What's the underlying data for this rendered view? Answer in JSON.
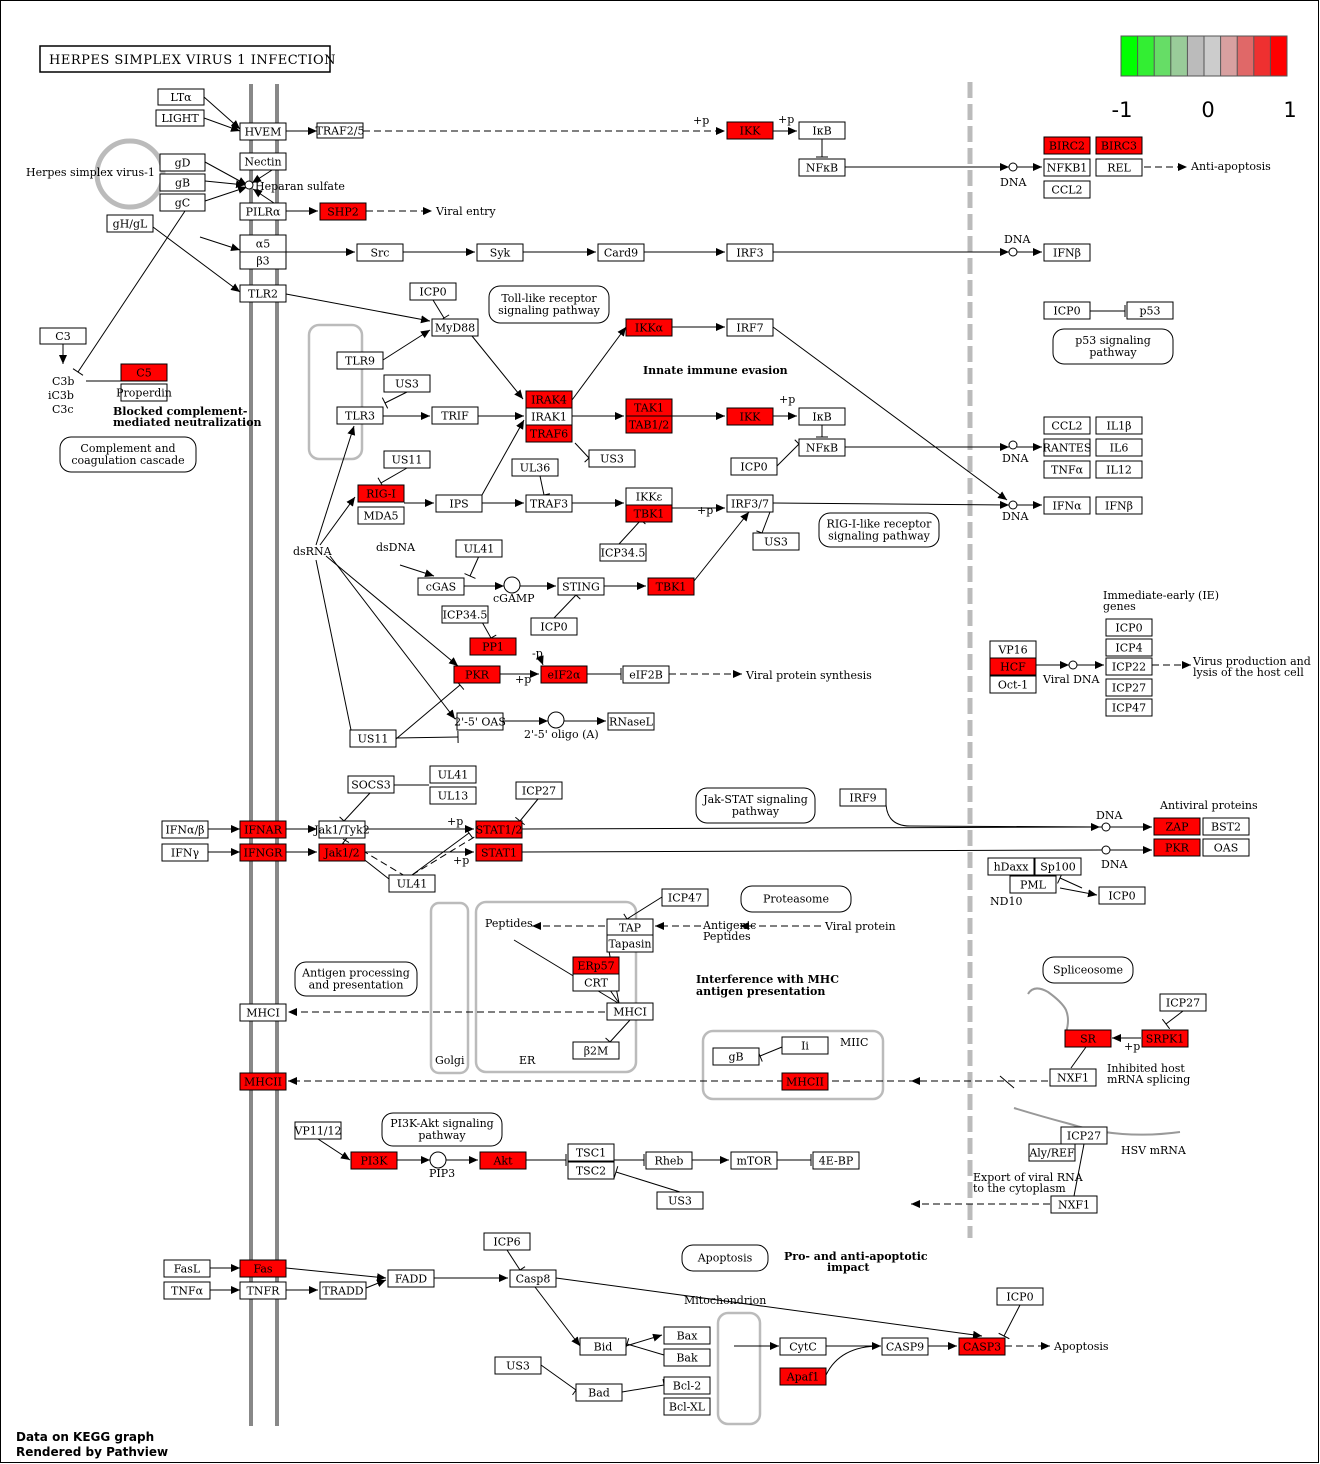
{
  "title": "HERPES SIMPLEX VIRUS 1 INFECTION",
  "footer": [
    "Data on KEGG graph",
    "Rendered by Pathview"
  ],
  "legend": {
    "colors": [
      "#00ff00",
      "#33ee33",
      "#66dd66",
      "#99cc99",
      "#bbbbbb",
      "#cccccc",
      "#d8a0a0",
      "#e06868",
      "#ee3030",
      "#ff0000"
    ],
    "labels": [
      "-1",
      "0",
      "1"
    ]
  },
  "colors": {
    "highlight": "#ff0000",
    "node_bg": "#ffffff",
    "membrane": "#888888",
    "compartment": "#bbbbbb"
  },
  "nodes": [
    {
      "id": "n_lta",
      "label": "LTα",
      "hl": false
    },
    {
      "id": "n_light",
      "label": "LIGHT",
      "hl": false
    },
    {
      "id": "n_hvem",
      "label": "HVEM",
      "hl": false
    },
    {
      "id": "n_traf25",
      "label": "TRAF2/5",
      "hl": false
    },
    {
      "id": "n_ikk1",
      "label": "IKK",
      "hl": true
    },
    {
      "id": "n_ikb1",
      "label": "IκB",
      "hl": false
    },
    {
      "id": "n_nfkb1",
      "label": "NFκB",
      "hl": false
    },
    {
      "id": "n_birc2",
      "label": "BIRC2",
      "hl": true
    },
    {
      "id": "n_birc3",
      "label": "BIRC3",
      "hl": true
    },
    {
      "id": "n_nfkb1g",
      "label": "NFKB1",
      "hl": false
    },
    {
      "id": "n_rel",
      "label": "REL",
      "hl": false
    },
    {
      "id": "n_ccl2a",
      "label": "CCL2",
      "hl": false
    },
    {
      "id": "n_gd",
      "label": "gD",
      "hl": false
    },
    {
      "id": "n_gb",
      "label": "gB",
      "hl": false
    },
    {
      "id": "n_gc",
      "label": "gC",
      "hl": false
    },
    {
      "id": "n_ghgl",
      "label": "gH/gL",
      "hl": false
    },
    {
      "id": "n_nectin",
      "label": "Nectin",
      "hl": false
    },
    {
      "id": "n_pilra",
      "label": "PILRα",
      "hl": false
    },
    {
      "id": "n_shp2",
      "label": "SHP2",
      "hl": true
    },
    {
      "id": "n_a5",
      "label": "α5",
      "hl": false
    },
    {
      "id": "n_b3",
      "label": "β3",
      "hl": false
    },
    {
      "id": "n_src",
      "label": "Src",
      "hl": false
    },
    {
      "id": "n_syk",
      "label": "Syk",
      "hl": false
    },
    {
      "id": "n_card9",
      "label": "Card9",
      "hl": false
    },
    {
      "id": "n_irf3a",
      "label": "IRF3",
      "hl": false
    },
    {
      "id": "n_ifnb1",
      "label": "IFNβ",
      "hl": false
    },
    {
      "id": "n_tlr2",
      "label": "TLR2",
      "hl": false
    },
    {
      "id": "n_icp0a",
      "label": "ICP0",
      "hl": false
    },
    {
      "id": "n_myd88",
      "label": "MyD88",
      "hl": false
    },
    {
      "id": "n_ikka",
      "label": "IKKα",
      "hl": true
    },
    {
      "id": "n_irf7",
      "label": "IRF7",
      "hl": false
    },
    {
      "id": "n_icp0p53",
      "label": "ICP0",
      "hl": false
    },
    {
      "id": "n_p53",
      "label": "p53",
      "hl": false
    },
    {
      "id": "n_c3",
      "label": "C3",
      "hl": false
    },
    {
      "id": "n_c5",
      "label": "C5",
      "hl": true
    },
    {
      "id": "n_properdin",
      "label": "Properdin",
      "hl": false
    },
    {
      "id": "n_tlr9",
      "label": "TLR9",
      "hl": false
    },
    {
      "id": "n_us3a",
      "label": "US3",
      "hl": false
    },
    {
      "id": "n_tlr3",
      "label": "TLR3",
      "hl": false
    },
    {
      "id": "n_trif",
      "label": "TRIF",
      "hl": false
    },
    {
      "id": "n_irak4",
      "label": "IRAK4",
      "hl": true
    },
    {
      "id": "n_irak1",
      "label": "IRAK1",
      "hl": false
    },
    {
      "id": "n_traf6",
      "label": "TRAF6",
      "hl": true
    },
    {
      "id": "n_tak1",
      "label": "TAK1",
      "hl": true
    },
    {
      "id": "n_tab12",
      "label": "TAB1/2",
      "hl": true
    },
    {
      "id": "n_ikk2",
      "label": "IKK",
      "hl": true
    },
    {
      "id": "n_ikb2",
      "label": "IκB",
      "hl": false
    },
    {
      "id": "n_nfkb2",
      "label": "NFκB",
      "hl": false
    },
    {
      "id": "n_us3b",
      "label": "US3",
      "hl": false
    },
    {
      "id": "n_icp0b",
      "label": "ICP0",
      "hl": false
    },
    {
      "id": "n_ccl2b",
      "label": "CCL2",
      "hl": false
    },
    {
      "id": "n_il1b",
      "label": "IL1β",
      "hl": false
    },
    {
      "id": "n_rantes",
      "label": "RANTES",
      "hl": false
    },
    {
      "id": "n_il6",
      "label": "IL6",
      "hl": false
    },
    {
      "id": "n_tnfa1",
      "label": "TNFα",
      "hl": false
    },
    {
      "id": "n_il12",
      "label": "IL12",
      "hl": false
    },
    {
      "id": "n_us11a",
      "label": "US11",
      "hl": false
    },
    {
      "id": "n_ul36",
      "label": "UL36",
      "hl": false
    },
    {
      "id": "n_rigi",
      "label": "RIG-I",
      "hl": true
    },
    {
      "id": "n_mda5",
      "label": "MDA5",
      "hl": false
    },
    {
      "id": "n_ips",
      "label": "IPS",
      "hl": false
    },
    {
      "id": "n_traf3",
      "label": "TRAF3",
      "hl": false
    },
    {
      "id": "n_ikke",
      "label": "IKKε",
      "hl": false
    },
    {
      "id": "n_tbk1a",
      "label": "TBK1",
      "hl": true
    },
    {
      "id": "n_irf37",
      "label": "IRF3/7",
      "hl": false
    },
    {
      "id": "n_us3c",
      "label": "US3",
      "hl": false
    },
    {
      "id": "n_icp345a",
      "label": "ICP34.5",
      "hl": false
    },
    {
      "id": "n_ifna",
      "label": "IFNα",
      "hl": false
    },
    {
      "id": "n_ifnb2",
      "label": "IFNβ",
      "hl": false
    },
    {
      "id": "n_ul41a",
      "label": "UL41",
      "hl": false
    },
    {
      "id": "n_cgas",
      "label": "cGAS",
      "hl": false
    },
    {
      "id": "n_sting",
      "label": "STING",
      "hl": false
    },
    {
      "id": "n_tbk1b",
      "label": "TBK1",
      "hl": true
    },
    {
      "id": "n_icp0c",
      "label": "ICP0",
      "hl": false
    },
    {
      "id": "n_icp345b",
      "label": "ICP34.5",
      "hl": false
    },
    {
      "id": "n_pp1",
      "label": "PP1",
      "hl": true
    },
    {
      "id": "n_pkr1",
      "label": "PKR",
      "hl": true
    },
    {
      "id": "n_eif2a",
      "label": "eIF2α",
      "hl": true
    },
    {
      "id": "n_eif2b",
      "label": "eIF2B",
      "hl": false
    },
    {
      "id": "n_oas25",
      "label": "2'-5' OAS",
      "hl": false
    },
    {
      "id": "n_rnasel",
      "label": "RNaseL",
      "hl": false
    },
    {
      "id": "n_us11b",
      "label": "US11",
      "hl": false
    },
    {
      "id": "n_icp0ie",
      "label": "ICP0",
      "hl": false
    },
    {
      "id": "n_icp4",
      "label": "ICP4",
      "hl": false
    },
    {
      "id": "n_vp16",
      "label": "VP16",
      "hl": false
    },
    {
      "id": "n_hcf",
      "label": "HCF",
      "hl": true
    },
    {
      "id": "n_oct1",
      "label": "Oct-1",
      "hl": false
    },
    {
      "id": "n_icp22",
      "label": "ICP22",
      "hl": false
    },
    {
      "id": "n_icp27a",
      "label": "ICP27",
      "hl": false
    },
    {
      "id": "n_icp47a",
      "label": "ICP47",
      "hl": false
    },
    {
      "id": "n_socs3",
      "label": "SOCS3",
      "hl": false
    },
    {
      "id": "n_ul41b",
      "label": "UL41",
      "hl": false
    },
    {
      "id": "n_ul13",
      "label": "UL13",
      "hl": false
    },
    {
      "id": "n_icp27b",
      "label": "ICP27",
      "hl": false
    },
    {
      "id": "n_irf9",
      "label": "IRF9",
      "hl": false
    },
    {
      "id": "n_ifnab",
      "label": "IFNα/β",
      "hl": false
    },
    {
      "id": "n_ifnar",
      "label": "IFNAR",
      "hl": true
    },
    {
      "id": "n_jak1tyk2",
      "label": "Jak1/Tyk2",
      "hl": false
    },
    {
      "id": "n_stat12",
      "label": "STAT1/2",
      "hl": true
    },
    {
      "id": "n_ifng",
      "label": "IFNγ",
      "hl": false
    },
    {
      "id": "n_ifngr",
      "label": "IFNGR",
      "hl": true
    },
    {
      "id": "n_jak12",
      "label": "Jak1/2",
      "hl": true
    },
    {
      "id": "n_stat1",
      "label": "STAT1",
      "hl": true
    },
    {
      "id": "n_ul41c",
      "label": "UL41",
      "hl": false
    },
    {
      "id": "n_zap",
      "label": "ZAP",
      "hl": true
    },
    {
      "id": "n_bst2",
      "label": "BST2",
      "hl": false
    },
    {
      "id": "n_pkr2",
      "label": "PKR",
      "hl": true
    },
    {
      "id": "n_oas",
      "label": "OAS",
      "hl": false
    },
    {
      "id": "n_hdaxx",
      "label": "hDaxx",
      "hl": false
    },
    {
      "id": "n_sp100",
      "label": "Sp100",
      "hl": false
    },
    {
      "id": "n_pml",
      "label": "PML",
      "hl": false
    },
    {
      "id": "n_icp0d",
      "label": "ICP0",
      "hl": false
    },
    {
      "id": "n_icp47b",
      "label": "ICP47",
      "hl": false
    },
    {
      "id": "n_tap",
      "label": "TAP",
      "hl": false
    },
    {
      "id": "n_tapasin",
      "label": "Tapasin",
      "hl": false
    },
    {
      "id": "n_erp57",
      "label": "ERp57",
      "hl": true
    },
    {
      "id": "n_crt",
      "label": "CRT",
      "hl": false
    },
    {
      "id": "n_mhci1",
      "label": "MHCI",
      "hl": false
    },
    {
      "id": "n_mhci2",
      "label": "MHCI",
      "hl": false
    },
    {
      "id": "n_b2m",
      "label": "β2M",
      "hl": false
    },
    {
      "id": "n_mhcii1",
      "label": "MHCII",
      "hl": true
    },
    {
      "id": "n_gb2",
      "label": "gB",
      "hl": false
    },
    {
      "id": "n_ii",
      "label": "Ii",
      "hl": false
    },
    {
      "id": "n_mhcii2",
      "label": "MHCII",
      "hl": true
    },
    {
      "id": "n_icp27c",
      "label": "ICP27",
      "hl": false
    },
    {
      "id": "n_sr",
      "label": "SR",
      "hl": true
    },
    {
      "id": "n_srpk1",
      "label": "SRPK1",
      "hl": true
    },
    {
      "id": "n_nxf1a",
      "label": "NXF1",
      "hl": false
    },
    {
      "id": "n_icp27d",
      "label": "ICP27",
      "hl": false
    },
    {
      "id": "n_alyref",
      "label": "Aly/REF",
      "hl": false
    },
    {
      "id": "n_nxf1b",
      "label": "NXF1",
      "hl": false
    },
    {
      "id": "n_vp1112",
      "label": "VP11/12",
      "hl": false
    },
    {
      "id": "n_pi3k",
      "label": "PI3K",
      "hl": true
    },
    {
      "id": "n_akt",
      "label": "Akt",
      "hl": true
    },
    {
      "id": "n_tsc1",
      "label": "TSC1",
      "hl": false
    },
    {
      "id": "n_tsc2",
      "label": "TSC2",
      "hl": false
    },
    {
      "id": "n_rheb",
      "label": "Rheb",
      "hl": false
    },
    {
      "id": "n_mtor",
      "label": "mTOR",
      "hl": false
    },
    {
      "id": "n_4ebp",
      "label": "4E-BP",
      "hl": false
    },
    {
      "id": "n_us3d",
      "label": "US3",
      "hl": false
    },
    {
      "id": "n_icp6",
      "label": "ICP6",
      "hl": false
    },
    {
      "id": "n_fasl",
      "label": "FasL",
      "hl": false
    },
    {
      "id": "n_fas",
      "label": "Fas",
      "hl": true
    },
    {
      "id": "n_fadd",
      "label": "FADD",
      "hl": false
    },
    {
      "id": "n_casp8",
      "label": "Casp8",
      "hl": false
    },
    {
      "id": "n_tnfa2",
      "label": "TNFα",
      "hl": false
    },
    {
      "id": "n_tnfr",
      "label": "TNFR",
      "hl": false
    },
    {
      "id": "n_tradd",
      "label": "TRADD",
      "hl": false
    },
    {
      "id": "n_icp0e",
      "label": "ICP0",
      "hl": false
    },
    {
      "id": "n_bid",
      "label": "Bid",
      "hl": false
    },
    {
      "id": "n_bax",
      "label": "Bax",
      "hl": false
    },
    {
      "id": "n_bak",
      "label": "Bak",
      "hl": false
    },
    {
      "id": "n_cytc",
      "label": "CytC",
      "hl": false
    },
    {
      "id": "n_casp9",
      "label": "CASP9",
      "hl": false
    },
    {
      "id": "n_casp3",
      "label": "CASP3",
      "hl": true
    },
    {
      "id": "n_apaf1",
      "label": "Apaf1",
      "hl": true
    },
    {
      "id": "n_us3e",
      "label": "US3",
      "hl": false
    },
    {
      "id": "n_bad",
      "label": "Bad",
      "hl": false
    },
    {
      "id": "n_bcl2",
      "label": "Bcl-2",
      "hl": false
    },
    {
      "id": "n_bclxl",
      "label": "Bcl-XL",
      "hl": false
    }
  ],
  "pathway_links": [
    {
      "id": "p_tlr",
      "lines": [
        "Toll-like receptor",
        "signaling pathway"
      ]
    },
    {
      "id": "p_p53",
      "lines": [
        "p53 signaling",
        "pathway"
      ]
    },
    {
      "id": "p_compl",
      "lines": [
        "Complement and",
        "coagulation cascade"
      ]
    },
    {
      "id": "p_rig",
      "lines": [
        "RIG-I-like receptor",
        "signaling pathway"
      ]
    },
    {
      "id": "p_jak",
      "lines": [
        "Jak-STAT signaling",
        "pathway"
      ]
    },
    {
      "id": "p_prot",
      "lines": [
        "Proteasome"
      ]
    },
    {
      "id": "p_antigen",
      "lines": [
        "Antigen processing",
        "and presentation"
      ]
    },
    {
      "id": "p_splice",
      "lines": [
        "Spliceosome"
      ]
    },
    {
      "id": "p_pi3k",
      "lines": [
        "PI3K-Akt signaling",
        "pathway"
      ]
    },
    {
      "id": "p_apop",
      "lines": [
        "Apoptosis"
      ]
    }
  ],
  "labels": [
    {
      "id": "l_hsv",
      "text": "Herpes simplex virus-1",
      "bold": false
    },
    {
      "id": "l_heparan",
      "text": "Heparan sulfate",
      "bold": false
    },
    {
      "id": "l_viralentry",
      "text": "Viral entry",
      "bold": false
    },
    {
      "id": "l_antiapop",
      "text": "Anti-apoptosis",
      "bold": false
    },
    {
      "id": "l_dna1",
      "text": "DNA",
      "bold": false
    },
    {
      "id": "l_dna2",
      "text": "DNA",
      "bold": false
    },
    {
      "id": "l_dna3",
      "text": "DNA",
      "bold": false
    },
    {
      "id": "l_dna4",
      "text": "DNA",
      "bold": false
    },
    {
      "id": "l_dna5",
      "text": "DNA",
      "bold": false
    },
    {
      "id": "l_dna6",
      "text": "DNA",
      "bold": false
    },
    {
      "id": "l_p1",
      "text": "+p",
      "bold": false
    },
    {
      "id": "l_p2",
      "text": "+p",
      "bold": false
    },
    {
      "id": "l_p3",
      "text": "+p",
      "bold": false
    },
    {
      "id": "l_p4",
      "text": "+p",
      "bold": false
    },
    {
      "id": "l_p5",
      "text": "+p",
      "bold": false
    },
    {
      "id": "l_p6",
      "text": "+p",
      "bold": false
    },
    {
      "id": "l_p7",
      "text": "+p",
      "bold": false
    },
    {
      "id": "l_p8",
      "text": "+p",
      "bold": false
    },
    {
      "id": "l_mp",
      "text": "-p",
      "bold": false
    },
    {
      "id": "l_c3b",
      "text": "C3b",
      "bold": false
    },
    {
      "id": "l_ic3b",
      "text": "iC3b",
      "bold": false
    },
    {
      "id": "l_c3c",
      "text": "C3c",
      "bold": false
    },
    {
      "id": "l_blocked1",
      "text": "Blocked complement-",
      "bold": true
    },
    {
      "id": "l_blocked2",
      "text": "mediated neutralization",
      "bold": true
    },
    {
      "id": "l_innate",
      "text": "Innate immune evasion",
      "bold": true
    },
    {
      "id": "l_dsrna",
      "text": "dsRNA",
      "bold": false
    },
    {
      "id": "l_dsdna",
      "text": "dsDNA",
      "bold": false
    },
    {
      "id": "l_cgamp",
      "text": "cGAMP",
      "bold": false
    },
    {
      "id": "l_oligo",
      "text": "2'-5' oligo (A)",
      "bold": false
    },
    {
      "id": "l_vps",
      "text": "Viral protein synthesis",
      "bold": false
    },
    {
      "id": "l_ie1",
      "text": "Immediate-early (IE)",
      "bold": false
    },
    {
      "id": "l_ie2",
      "text": "genes",
      "bold": false
    },
    {
      "id": "l_viraldna",
      "text": "Viral DNA",
      "bold": false
    },
    {
      "id": "l_vp1",
      "text": "Virus production and",
      "bold": false
    },
    {
      "id": "l_vp2",
      "text": "lysis of the host cell",
      "bold": false
    },
    {
      "id": "l_antiviral",
      "text": "Antiviral proteins",
      "bold": false
    },
    {
      "id": "l_nd10",
      "text": "ND10",
      "bold": false
    },
    {
      "id": "l_peptides",
      "text": "Peptides",
      "bold": false
    },
    {
      "id": "l_antigenic1",
      "text": "Antigenic",
      "bold": false
    },
    {
      "id": "l_antigenic2",
      "text": "Peptides",
      "bold": false
    },
    {
      "id": "l_viralprot",
      "text": "Viral protein",
      "bold": false
    },
    {
      "id": "l_mhc1",
      "text": "Interference with MHC",
      "bold": true
    },
    {
      "id": "l_mhc2",
      "text": "antigen presentation",
      "bold": true
    },
    {
      "id": "l_golgi",
      "text": "Golgi",
      "bold": false
    },
    {
      "id": "l_er",
      "text": "ER",
      "bold": false
    },
    {
      "id": "l_miic",
      "text": "MIIC",
      "bold": false
    },
    {
      "id": "l_inh1",
      "text": "Inhibited host",
      "bold": false
    },
    {
      "id": "l_inh2",
      "text": "mRNA splicing",
      "bold": false
    },
    {
      "id": "l_hsvmrna",
      "text": "HSV mRNA",
      "bold": false
    },
    {
      "id": "l_export1",
      "text": "Export of viral RNA",
      "bold": false
    },
    {
      "id": "l_export2",
      "text": "to the cytoplasm",
      "bold": false
    },
    {
      "id": "l_pip3",
      "text": "PIP3",
      "bold": false
    },
    {
      "id": "l_proanti1",
      "text": "Pro- and anti-apoptotic",
      "bold": true
    },
    {
      "id": "l_proanti2",
      "text": "impact",
      "bold": true
    },
    {
      "id": "l_mito",
      "text": "Mitochondrion",
      "bold": false
    },
    {
      "id": "l_apoptosis",
      "text": "Apoptosis",
      "bold": false
    }
  ]
}
